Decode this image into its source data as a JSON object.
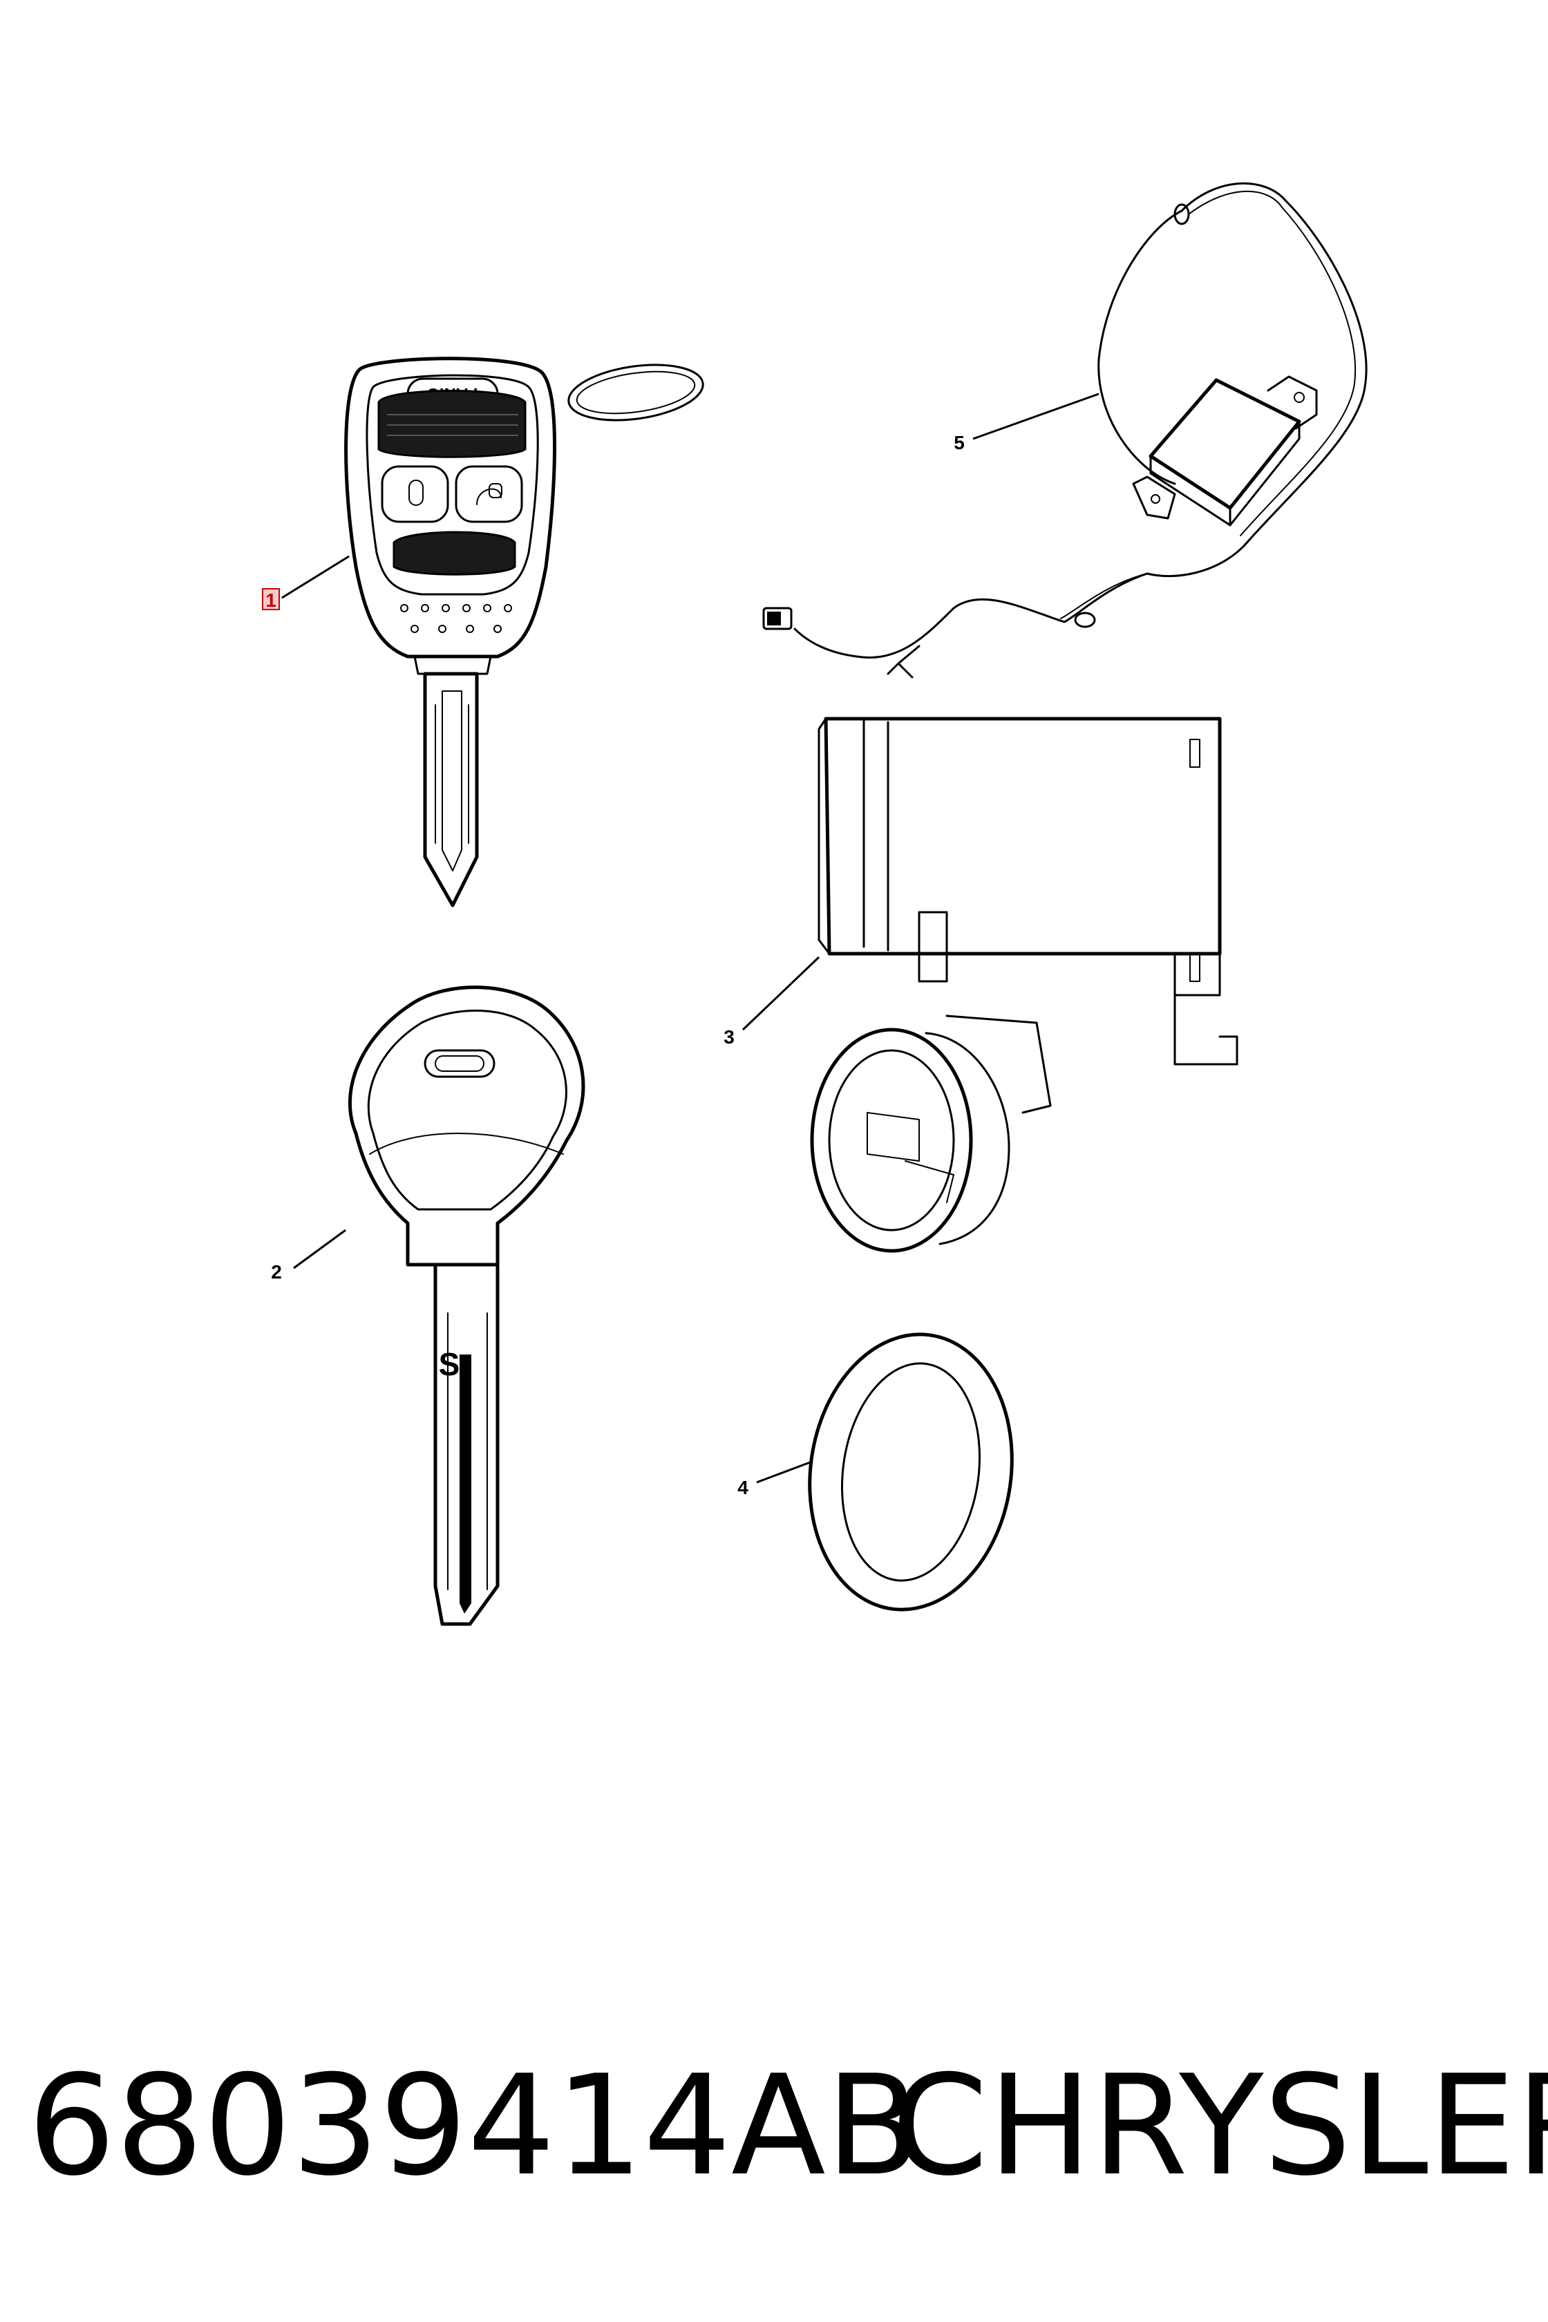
{
  "callouts": {
    "c1": "1",
    "c2": "2",
    "c3": "3",
    "c4": "4",
    "c5": "5"
  },
  "labels": {
    "fob_button": "PANIC",
    "key_letter": "S"
  },
  "footer": {
    "part_number": "68039414AB",
    "brand": "CHRYSLER"
  },
  "colors": {
    "line": "#000000",
    "highlight_callout": "#cc0000",
    "background": "#ffffff"
  }
}
